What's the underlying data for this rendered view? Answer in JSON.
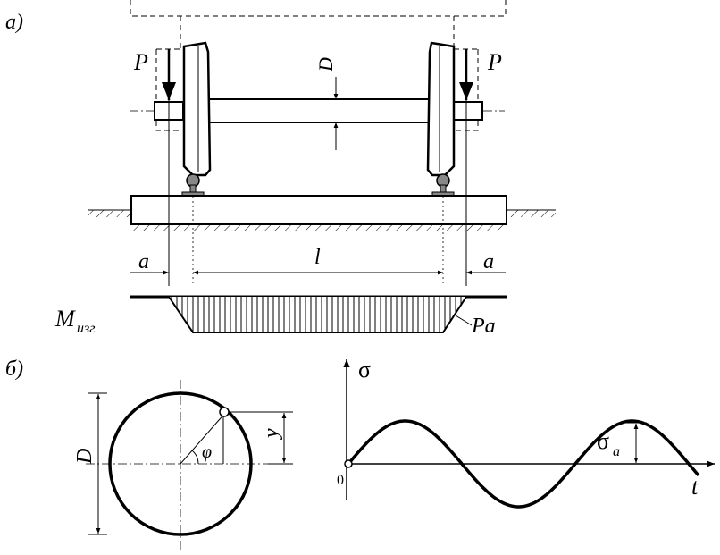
{
  "part_a": {
    "label": "а)",
    "force_left": "P",
    "force_right": "P",
    "axle_diameter": "D",
    "dim_left": "a",
    "dim_span": "l",
    "dim_right": "a",
    "moment_symbol": "M",
    "moment_subscript": "изг",
    "moment_value": "Pa"
  },
  "part_b": {
    "label": "б)",
    "diameter": "D",
    "angle": "φ",
    "coordinate": "y",
    "stress_axis": "σ",
    "amplitude": "σ",
    "amplitude_sub": "a",
    "origin": "0",
    "time_axis": "t"
  }
}
